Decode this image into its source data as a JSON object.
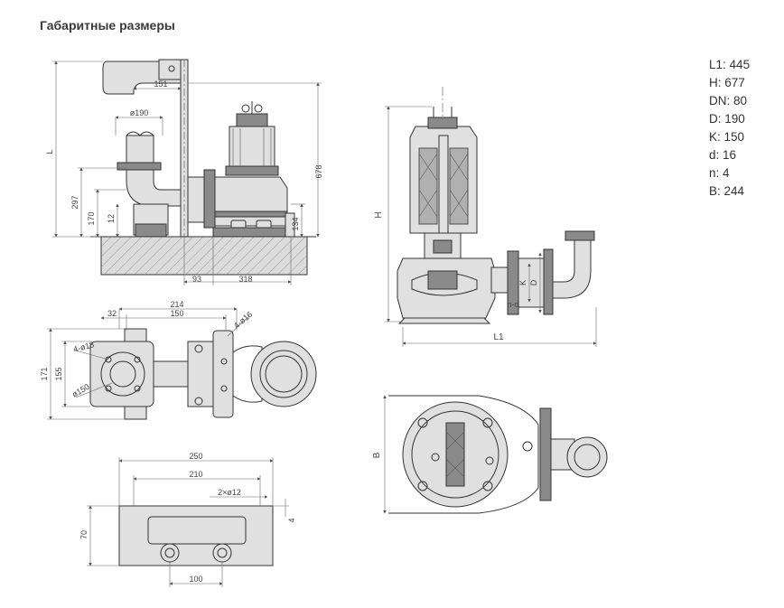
{
  "header": {
    "title": "Габаритные размеры"
  },
  "specs": [
    {
      "label": "L1",
      "value": "445"
    },
    {
      "label": "H",
      "value": "677"
    },
    {
      "label": "DN",
      "value": "80"
    },
    {
      "label": "D",
      "value": "190"
    },
    {
      "label": "K",
      "value": "150"
    },
    {
      "label": "d",
      "value": "16"
    },
    {
      "label": "n",
      "value": "4"
    },
    {
      "label": "B",
      "value": "244"
    }
  ],
  "dims": {
    "d151": "151",
    "d190": "ø190",
    "L": "L",
    "d678": "678",
    "d297": "297",
    "d170": "170",
    "d12": "12",
    "d134": "134",
    "d93": "93",
    "d318": "318",
    "d214": "214",
    "d32": "32",
    "d150": "150",
    "d4o16": "4-ø16",
    "d171": "171",
    "d155": "155",
    "d4o18": "4-ø18",
    "do150": "ø150",
    "d250": "250",
    "d210": "210",
    "d2o12": "2×ø12",
    "d70": "70",
    "d4": "4",
    "d100": "100",
    "H": "H",
    "L1": "L1",
    "K": "K",
    "D": "D",
    "nd": "n-d",
    "B": "B"
  }
}
